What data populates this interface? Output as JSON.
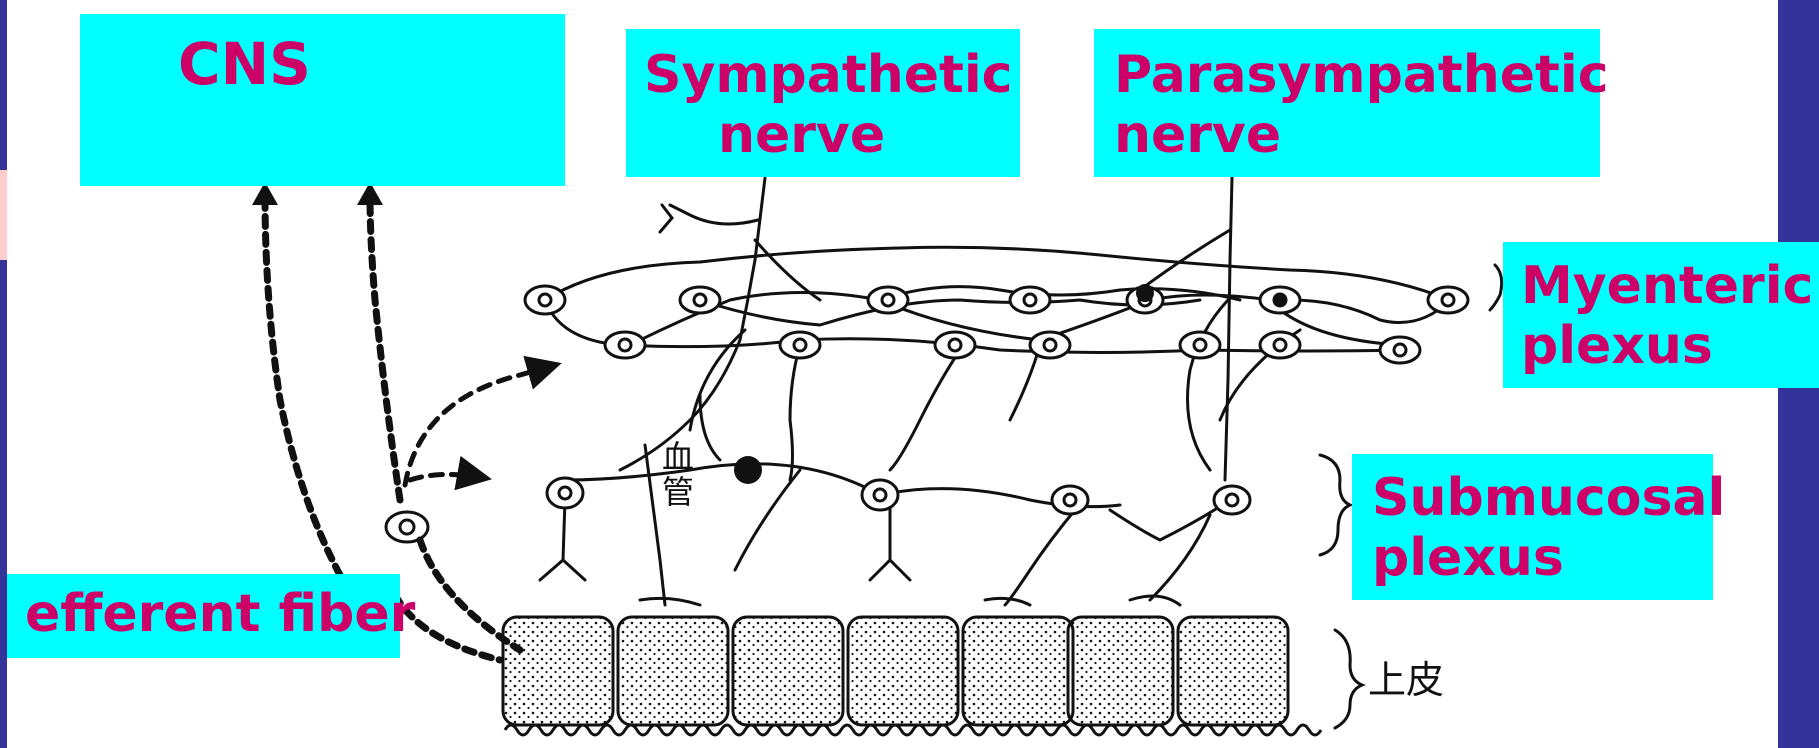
{
  "labels": {
    "cns": "CNS",
    "sympathetic_line1": "Sympathetic",
    "sympathetic_line2": "nerve",
    "parasympathetic_line1": "Parasympathetic",
    "parasympathetic_line2": "nerve",
    "myenteric_line1": "Myenteric",
    "myenteric_line2": "plexus",
    "submucosal_line1": "Submucosal",
    "submucosal_line2": "plexus",
    "efferent": "efferent fiber"
  },
  "diagram_text": {
    "blood_vessel_char1": "血",
    "blood_vessel_char2": "管",
    "epithelium": "上皮"
  },
  "colors": {
    "label_background": "#00ffff",
    "label_text": "#cc0066",
    "border_band": "#333399",
    "drawing": "#111111"
  }
}
